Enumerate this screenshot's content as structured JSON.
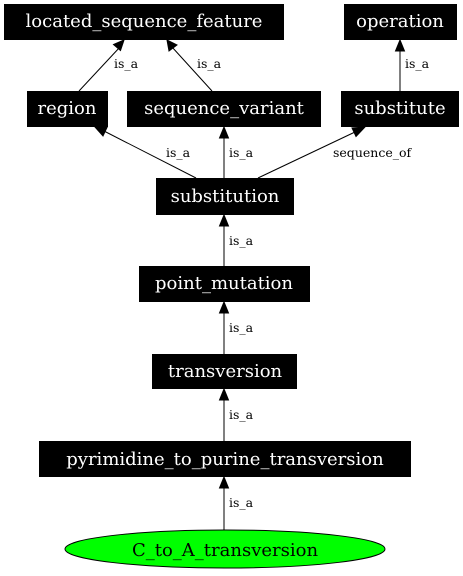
{
  "nodes": {
    "located_sequence_feature": "located_sequence_feature",
    "operation": "operation",
    "region": "region",
    "sequence_variant": "sequence_variant",
    "substitute": "substitute",
    "substitution": "substitution",
    "point_mutation": "point_mutation",
    "transversion": "transversion",
    "pyrimidine_to_purine_transversion": "pyrimidine_to_purine_transversion",
    "C_to_A_transversion": "C_to_A_transversion"
  },
  "edges": {
    "region_to_lsf": "is_a",
    "variant_to_lsf": "is_a",
    "substitute_to_operation": "is_a",
    "substitution_to_region": "is_a",
    "substitution_to_variant": "is_a",
    "substitution_to_substitute": "sequence_of",
    "point_mutation_to_substitution": "is_a",
    "transversion_to_point_mutation": "is_a",
    "pyr_to_transversion": "is_a",
    "c_to_a_to_pyr": "is_a"
  },
  "colors": {
    "node_fill": "#000000",
    "node_text": "#ffffff",
    "highlight_fill": "#00ff00",
    "edge": "#000000"
  }
}
